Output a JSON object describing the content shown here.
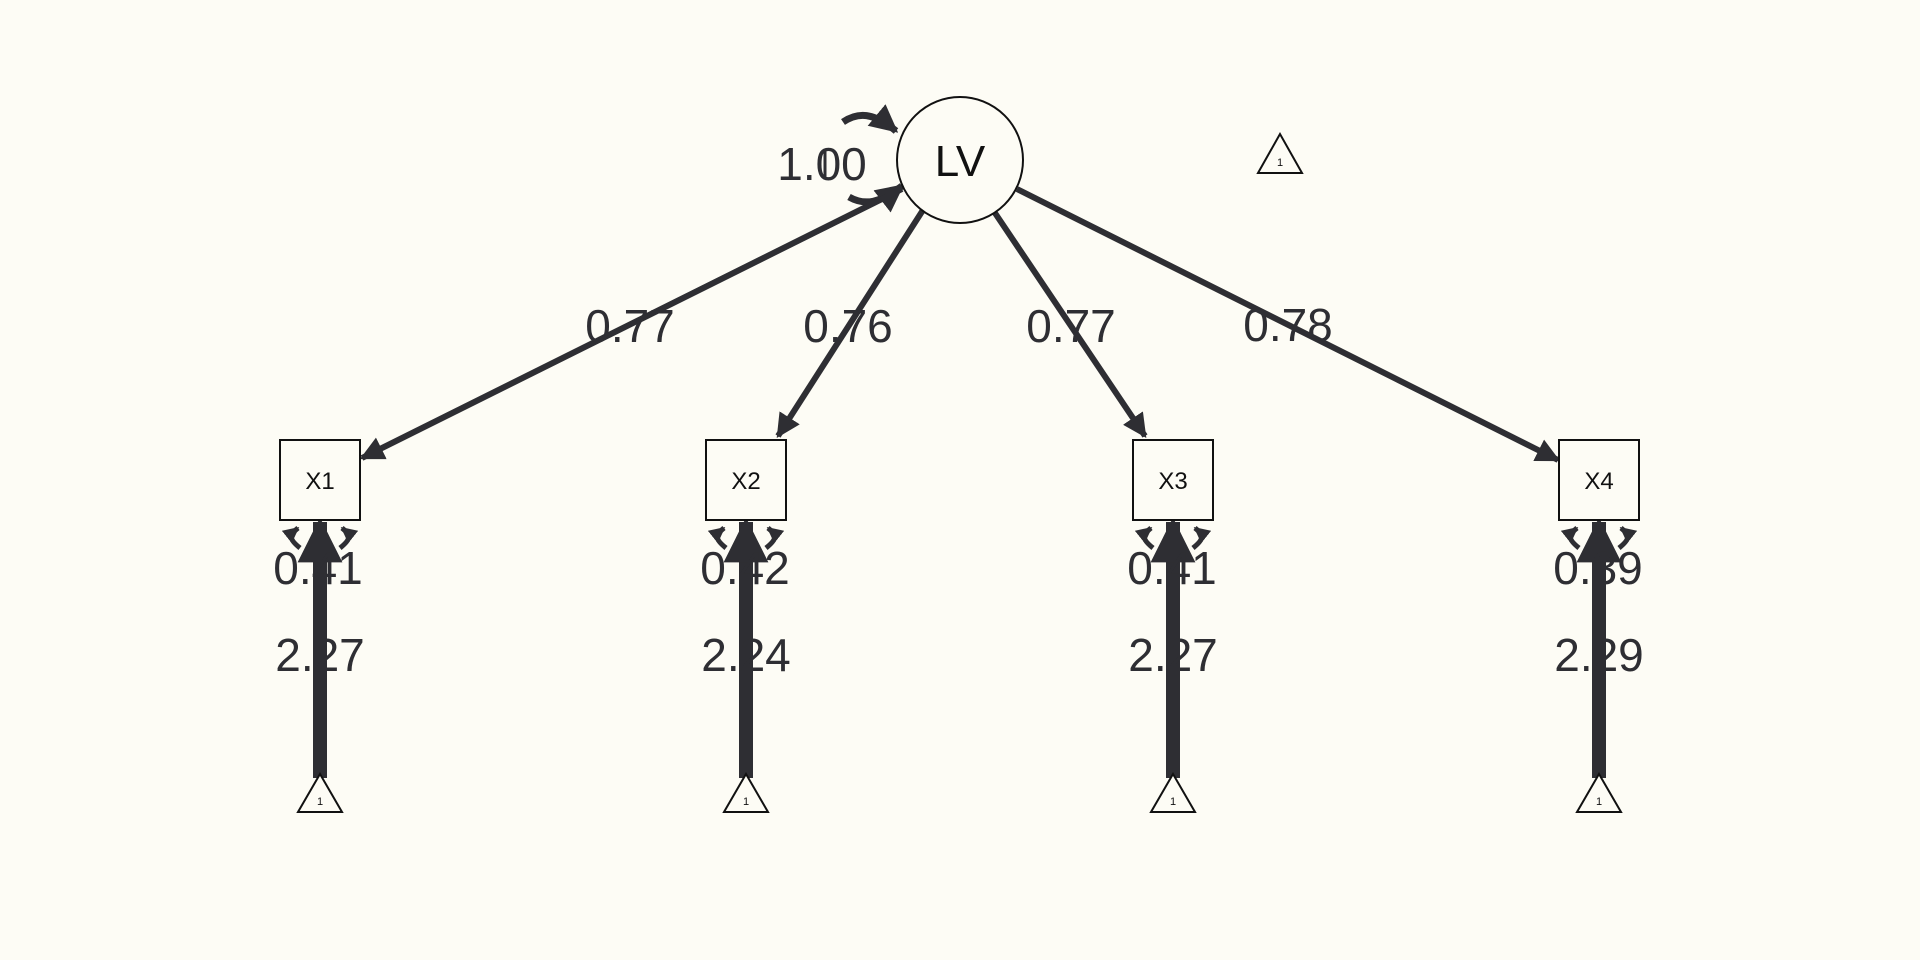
{
  "diagram": {
    "latent": {
      "name": "LV",
      "variance": "1.00"
    },
    "mean_constant_label": "1",
    "indicators": [
      {
        "name": "X1",
        "loading": "0.77",
        "residual": "0.41",
        "intercept": "2.27"
      },
      {
        "name": "X2",
        "loading": "0.76",
        "residual": "0.42",
        "intercept": "2.24"
      },
      {
        "name": "X3",
        "loading": "0.77",
        "residual": "0.41",
        "intercept": "2.27"
      },
      {
        "name": "X4",
        "loading": "0.78",
        "residual": "0.39",
        "intercept": "2.29"
      }
    ]
  },
  "colors": {
    "background": "#fdfcf5",
    "edge": "#2e2e33",
    "outline": "#111111"
  }
}
